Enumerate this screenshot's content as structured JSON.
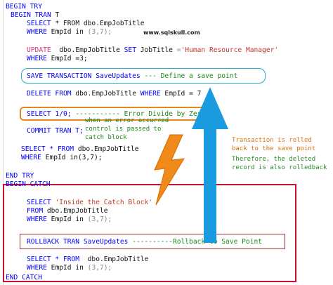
{
  "watermark": "www.sqlskull.com",
  "code": {
    "begin_try": "BEGIN TRY",
    "begin_tran": "BEGIN TRAN",
    "begin_tran_t": "T",
    "select_kw": "SELECT",
    "star_from": "* FROM",
    "table": "dbo.EmpJobTitle",
    "where_kw": "WHERE",
    "empid_in": "EmpId in",
    "list": "(3,7);",
    "update_kw": "UPDATE",
    "set_kw": "SET",
    "job_title": "JobTitle",
    "eq": "=",
    "hr_value": "'Human Resource Manager'",
    "empid_eq3": "EmpId =3;",
    "save_tran": "SAVE TRANSACTION SaveUpdates",
    "save_comment": "--- Define a save point",
    "delete_from": "DELETE FROM",
    "where_empid_7": "EmpId = 7",
    "select_div": "SELECT 1/0;",
    "err_comment": "----------- Error Divide by Zero",
    "commit": "COMMIT TRAN T;",
    "select_star_from": "SELECT * FROM",
    "empid_in_list": "EmpId in(3,7);",
    "end_try": "END TRY",
    "begin_catch": "BEGIN CATCH",
    "catch_string": "'Inside the Catch Block'",
    "from_kw": "FROM",
    "rollback": "ROLLBACK TRAN SaveUpdates",
    "rollback_comment": "----------Rollback to Save Point",
    "select_star_from2": "SELECT * FROM",
    "end_catch": "END CATCH"
  },
  "annotations": {
    "error_note_line1": "when an error occurred",
    "error_note_line2": "control is passed to",
    "error_note_line3": "catch block",
    "rolled_line1": "Transaction is rolled",
    "rolled_line2": "back to the save point",
    "deleted_line1": "Therefore, the deleted",
    "deleted_line2": "record is also rolledback"
  },
  "colors": {
    "keyword": "#0000ff",
    "string": "#c0392b",
    "comment": "#1a8a1a",
    "save_box": "#2aa9c9",
    "error_box": "#e08a1e",
    "catch_box": "#c8102e",
    "rollback_box": "#a8323a",
    "bolt": "#f08a1a",
    "arrow": "#1a9be0"
  },
  "icons": {
    "bolt": "lightning-bolt",
    "arrow": "up-arrow"
  }
}
